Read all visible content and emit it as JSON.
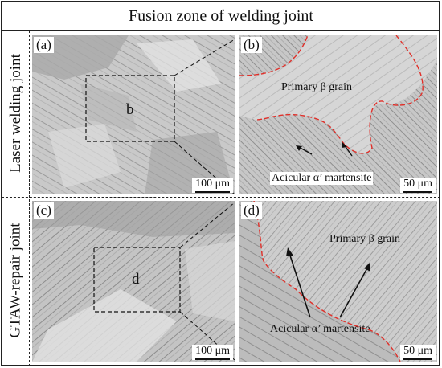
{
  "title": "Fusion zone of welding joint",
  "rows": [
    {
      "label": "Laser welding joint"
    },
    {
      "label": "GTAW-repair joint"
    }
  ],
  "panels": {
    "a": {
      "label": "(a)",
      "box_label": "b",
      "scale": "100 μm"
    },
    "b": {
      "label": "(b)",
      "grain": "Primary β grain",
      "phase": "Acicular α’ martensite",
      "scale": "50 μm"
    },
    "c": {
      "label": "(c)",
      "box_label": "d",
      "scale": "100 μm"
    },
    "d": {
      "label": "(d)",
      "grain": "Primary β grain",
      "phase": "Acicular α’ martensite",
      "scale": "50 μm"
    }
  },
  "colors": {
    "boundary": "#e0302a",
    "micrograph_light": "#cfcfcf",
    "micrograph_dark": "#8a8a8a"
  }
}
